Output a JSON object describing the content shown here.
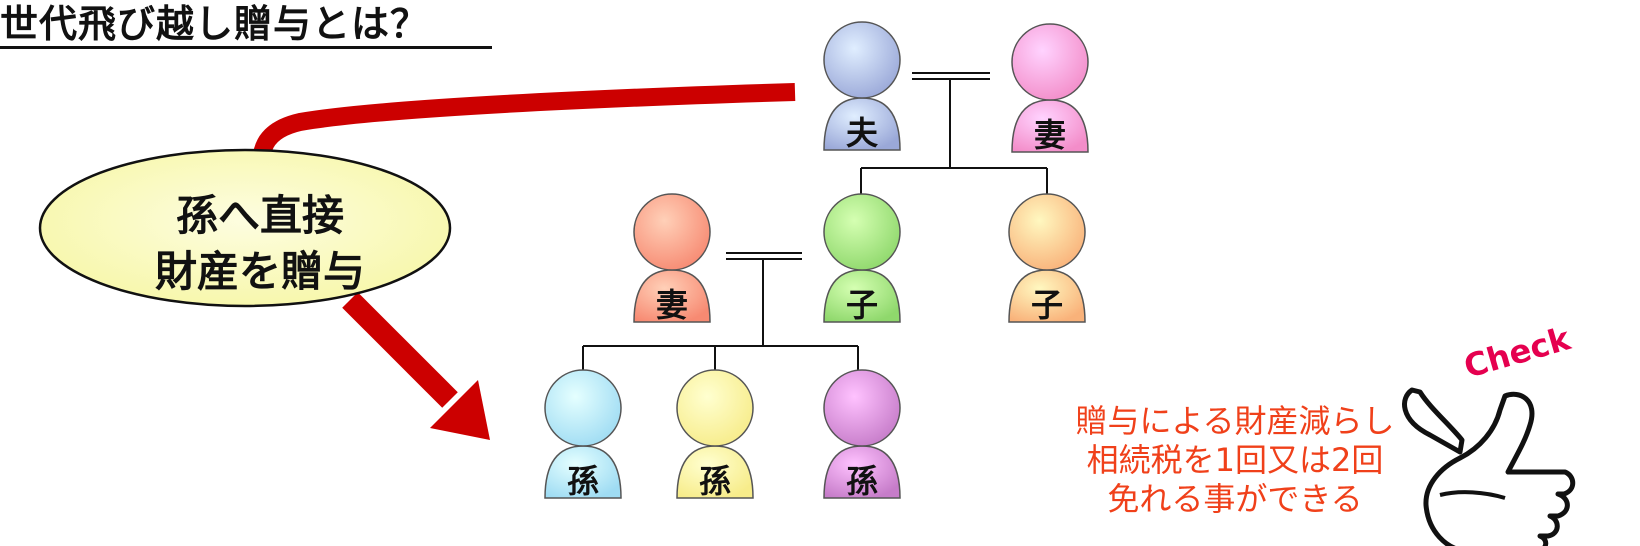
{
  "title": "世代飛び越し贈与とは？",
  "bubble": {
    "line1": "孫へ直接",
    "line2": "財産を贈与"
  },
  "note": {
    "lines": [
      "贈与による財産減らし",
      "相続税を1回又は2回",
      "免れる事ができる"
    ]
  },
  "check_badge": "Check",
  "family": {
    "husband": "夫",
    "wife": "妻",
    "child_spouse": "妻",
    "child1": "子",
    "child2": "子",
    "grandchild1": "孫",
    "grandchild2": "孫",
    "grandchild3": "孫"
  },
  "colors": {
    "husband": "#9aa8d8",
    "wife": "#f38dc9",
    "child_spouse": "#f78a72",
    "child1": "#8fd86c",
    "child2": "#f9b27a",
    "grandchild1": "#9fdcf3",
    "grandchild2": "#f7ec8a",
    "grandchild3": "#c67cc9",
    "arrow": "#cc0000",
    "bubble_fill": "#fbfbc2",
    "note_text": "#f0401a"
  }
}
